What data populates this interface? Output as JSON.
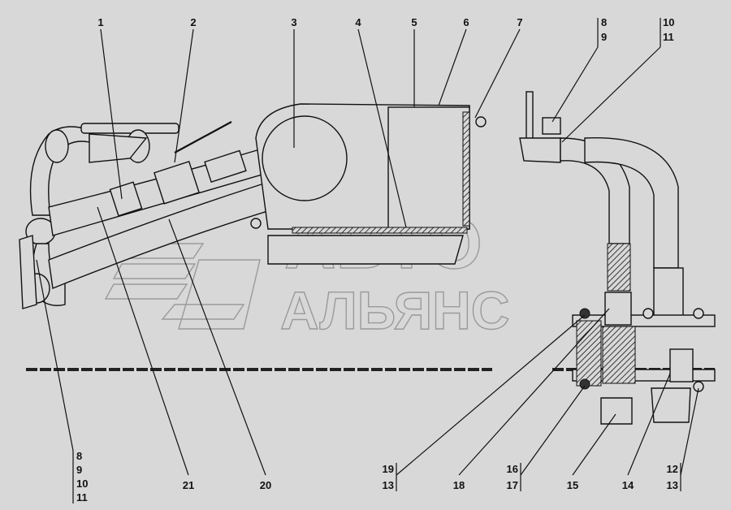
{
  "watermark": {
    "line1": "АВТО",
    "line2": "АЛЬЯНС"
  },
  "callouts": {
    "c1": "1",
    "c2": "2",
    "c3": "3",
    "c4": "4",
    "c5": "5",
    "c6": "6",
    "c7": "7",
    "c8_9": [
      "8",
      "9"
    ],
    "c10_11": [
      "10",
      "11"
    ],
    "c8_11_bottom": [
      "8",
      "9",
      "10",
      "11"
    ],
    "c21": "21",
    "c20": "20",
    "c19_13": [
      "19",
      "13"
    ],
    "c18": "18",
    "c16_17": [
      "16",
      "17"
    ],
    "c15": "15",
    "c14": "14",
    "c12_13": [
      "12",
      "13"
    ]
  }
}
